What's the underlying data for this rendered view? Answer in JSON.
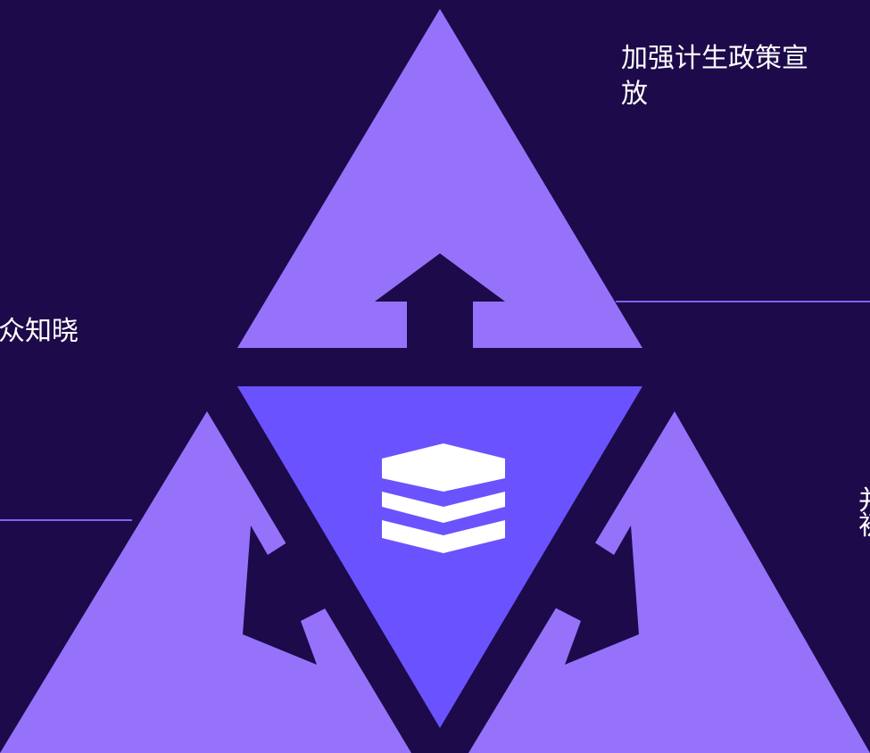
{
  "colors": {
    "background": "#1c0a4a",
    "triangle_outer": "#9672fb",
    "triangle_center": "#6a52fe",
    "arrow": "#1c0a4a",
    "connector_line": "#7f63f4",
    "icon": "#ffffff",
    "text": "#ffffff"
  },
  "icons": {
    "center": "layers-icon",
    "top": "arrow-up-icon",
    "left": "arrow-down-left-icon",
    "right": "arrow-down-right-icon"
  },
  "labels": {
    "top": {
      "line1": "加强计生政策宣",
      "line2": "放"
    },
    "left": {
      "line1": "众知晓"
    },
    "right": {
      "line1": "并",
      "line2": "初"
    }
  }
}
